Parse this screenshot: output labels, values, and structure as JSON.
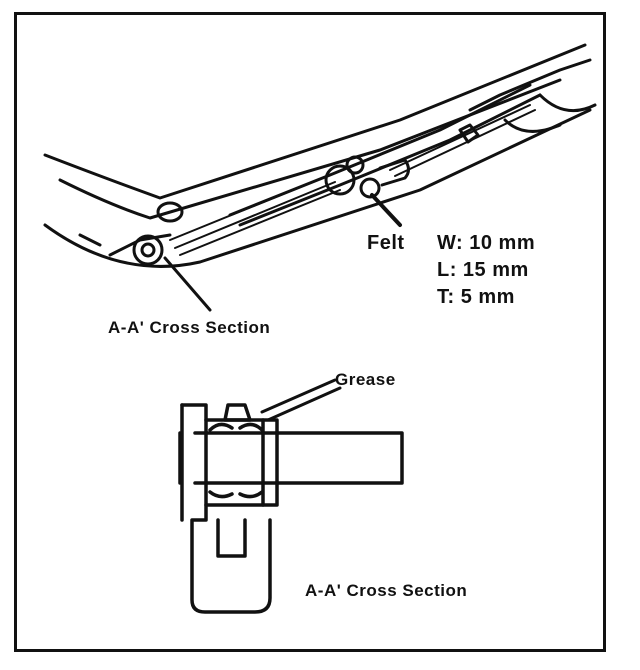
{
  "felt_label": "Felt",
  "dimensions": {
    "w": "W: 10 mm",
    "l": "L:  15 mm",
    "t": "T:     5 mm"
  },
  "top_section_label": "A-A' Cross Section",
  "grease_label": "Grease",
  "bottom_section_label": "A-A' Cross Section"
}
